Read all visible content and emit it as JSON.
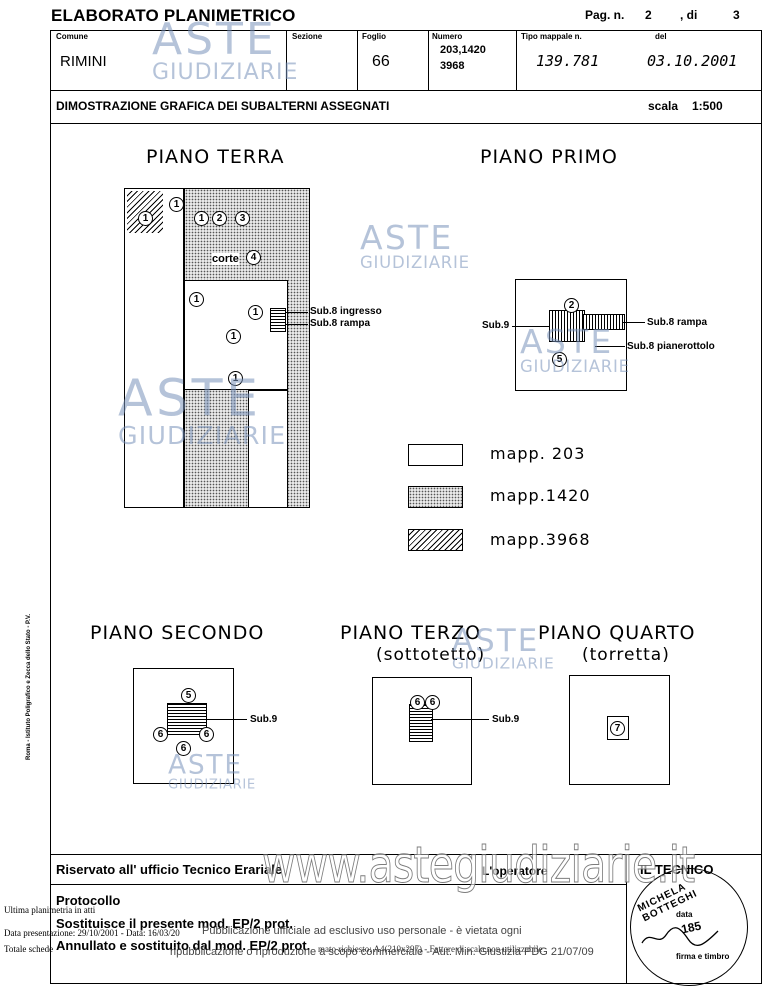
{
  "header": {
    "title": "ELABORATO PLANIMETRICO",
    "pag_label": "Pag. n.",
    "pag_value": "2",
    "di_label": ", di",
    "di_value": "3",
    "comune_label": "Comune",
    "comune_value": "RIMINI",
    "sezione_label": "Sezione",
    "foglio_label": "Foglio",
    "foglio_value": "66",
    "numero_label": "Numero",
    "numero_value_1": "203,1420",
    "numero_value_2": "3968",
    "tipo_label": "Tipo mappale n.",
    "tipo_value": "139.781",
    "del_label": "del",
    "del_value": "03.10.2001",
    "subtitle": "DIMOSTRAZIONE GRAFICA DEI SUBALTERNI ASSEGNATI",
    "scala_label": "scala",
    "scala_value": "1:500"
  },
  "plans": {
    "terra": "PIANO  TERRA",
    "primo": "PIANO  PRIMO",
    "secondo": "PIANO  SECONDO",
    "terzo": "PIANO  TERZO",
    "terzo_sub": "(sottotetto)",
    "quarto": "PIANO  QUARTO",
    "quarto_sub": "(torretta)"
  },
  "terra_labels": {
    "corte": "corte",
    "sub8_ingresso": "Sub.8 ingresso",
    "sub8_rampa": "Sub.8 rampa"
  },
  "primo_labels": {
    "sub9": "Sub.9",
    "sub8_rampa": "Sub.8 rampa",
    "sub8_pianerottolo": "Sub.8 pianerottolo"
  },
  "secondo_labels": {
    "sub9": "Sub.9"
  },
  "terzo_labels": {
    "sub9": "Sub.9"
  },
  "circles": {
    "c1": "1",
    "c2": "2",
    "c3": "3",
    "c4": "4",
    "c5": "5",
    "c6": "6",
    "c7": "7"
  },
  "legend": [
    {
      "label": "mapp. 203",
      "pattern": "blank"
    },
    {
      "label": "mapp.1420",
      "pattern": "dotted"
    },
    {
      "label": "mapp.3968",
      "pattern": "hatched"
    }
  ],
  "watermark": {
    "aste": "ASTE",
    "giudiziarie": "GIUDIZIARIE",
    "site": "www.astegiudiziarie.it"
  },
  "footer": {
    "riservato": "Riservato all' ufficio Tecnico Erariale",
    "operatore": "L'operatore",
    "tecnico": "IL TECNICO",
    "protocollo": "Protocollo",
    "sostituisce": "Sostituisce il presente mod. EP/2 prot.",
    "annullato": "Annullato e sostituito dal mod. EP/2  prot.",
    "data": "data",
    "firma": "firma e timbro",
    "stamp_name": "MICHELA BOTTEGHI",
    "stamp_num": "185",
    "ultima": "Ultima planimetria in atti",
    "presentazione": "Data presentazione: 29/10/2001 - Data: 16/03/20",
    "totale": "Totale schede",
    "tail": "mato richiesto: A4(210x297) - Fattore di scala non utilizzabile",
    "pubblicazione_1": "Pubblicazione ufficiale ad esclusivo uso personale - è vietata ogni",
    "pubblicazione_2": "ripubblicazione o riproduzione a scopo commerciale - Aut. Min. Giustizia PDG 21/07/09",
    "side_text": "Roma - Istituto Poligrafico e Zecca dello Stato - P.V."
  }
}
